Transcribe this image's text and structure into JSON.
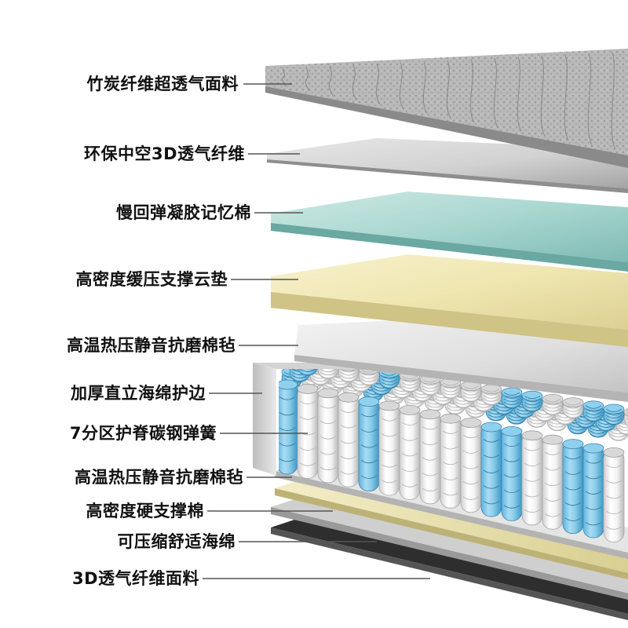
{
  "diagram": {
    "layers": [
      {
        "id": "bamboo-charcoal-fabric",
        "label": "竹炭纤维超透气面料"
      },
      {
        "id": "hollow-3d-fiber",
        "label": "环保中空3D透气纤维"
      },
      {
        "id": "memory-gel-foam",
        "label": "慢回弹凝胶记忆棉"
      },
      {
        "id": "support-cloud-pad",
        "label": "高密度缓压支撑云垫"
      },
      {
        "id": "felt-pad-upper",
        "label": "高温热压静音抗磨棉毡"
      },
      {
        "id": "foam-edge-guard",
        "label": "加厚直立海绵护边"
      },
      {
        "id": "zoned-springs",
        "label": "7分区护脊碳钢弹簧"
      },
      {
        "id": "felt-pad-lower",
        "label": "高温热压静音抗磨棉毡"
      },
      {
        "id": "hard-support-foam",
        "label": "高密度硬支撑棉"
      },
      {
        "id": "compressible-sponge",
        "label": "可压缩舒适海绵"
      },
      {
        "id": "bottom-3d-fabric",
        "label": "3D透气纤维面料"
      }
    ]
  }
}
